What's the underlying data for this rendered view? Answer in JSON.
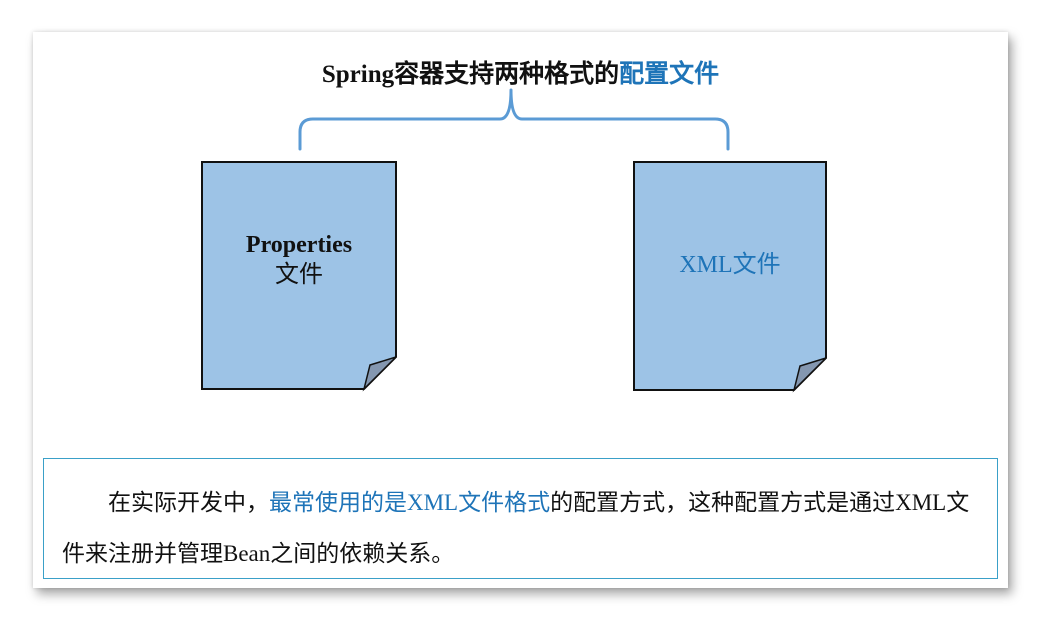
{
  "title": {
    "prefix": "Spring容器支持两种格式的",
    "highlight": "配置文件"
  },
  "documents": [
    {
      "line1": "Properties",
      "line2": "文件"
    },
    {
      "label": "XML文件"
    }
  ],
  "note": {
    "part1": "在实际开发中，",
    "highlight": "最常使用的是XML文件格式",
    "part2": "的配置方式，这种配置方式是通过XML文件来注册并管理Bean之间的依赖关系。"
  },
  "colors": {
    "accent_text": "#1e74b8",
    "brace": "#5b9bd5",
    "doc_fill": "#9dc3e6",
    "doc_fold": "#8497b0",
    "note_border": "#3aa0c8"
  }
}
